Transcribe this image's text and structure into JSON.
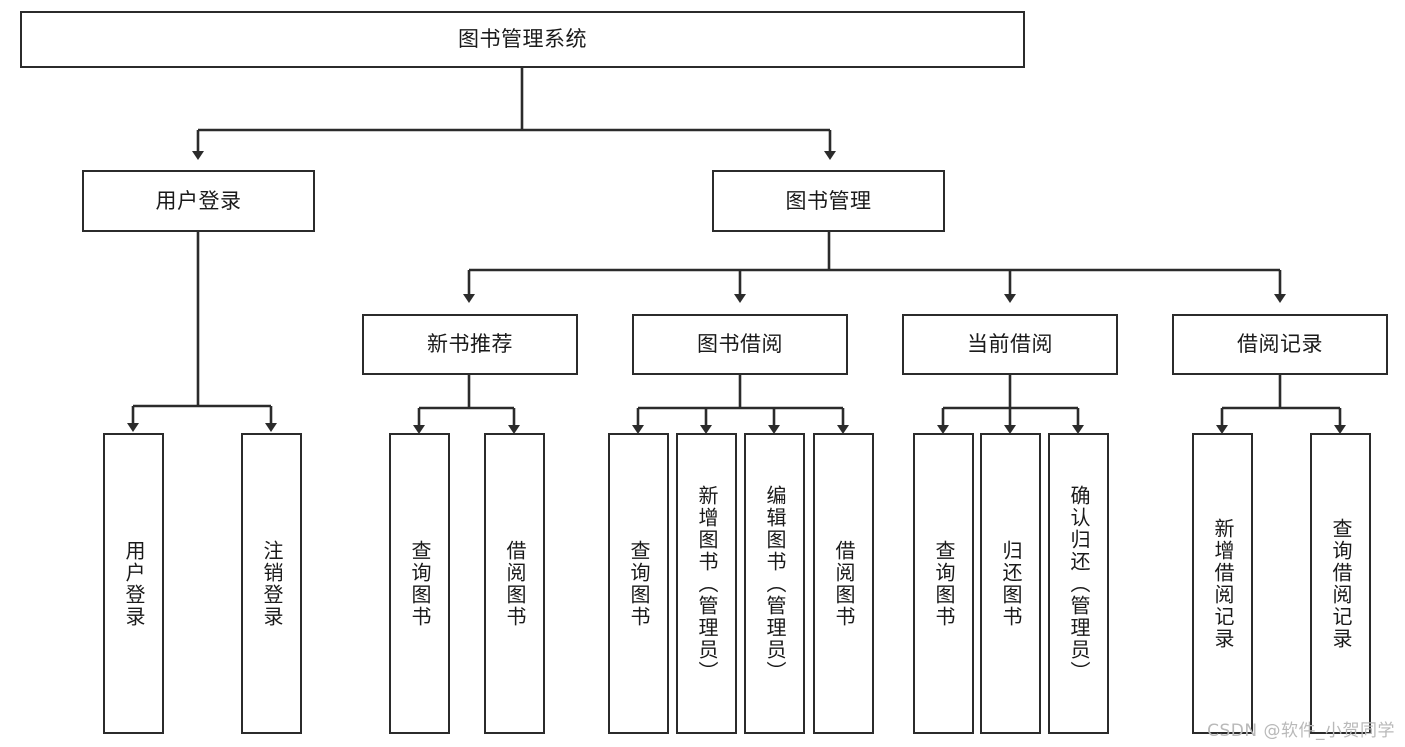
{
  "diagram": {
    "title": "图书管理系统",
    "watermark": "CSDN @软件_小贺同学",
    "stroke_color": "#2b2b2b",
    "background_color": "#ffffff",
    "text_color": "#1a1a1a",
    "watermark_color": "#b9b9b9",
    "root": {
      "label": "图书管理系统"
    },
    "level2": [
      {
        "label": "用户登录"
      },
      {
        "label": "图书管理"
      }
    ],
    "level3": [
      {
        "label": "新书推荐"
      },
      {
        "label": "图书借阅"
      },
      {
        "label": "当前借阅"
      },
      {
        "label": "借阅记录"
      }
    ],
    "leaves": {
      "user_login": [
        {
          "label": "用户登录"
        },
        {
          "label": "注销登录"
        }
      ],
      "new_book_recommend": [
        {
          "label": "查询图书"
        },
        {
          "label": "借阅图书"
        }
      ],
      "book_borrow": [
        {
          "label": "查询图书"
        },
        {
          "label": "新增图书（管理员）"
        },
        {
          "label": "编辑图书（管理员）"
        },
        {
          "label": "借阅图书"
        }
      ],
      "current_borrow": [
        {
          "label": "查询图书"
        },
        {
          "label": "归还图书"
        },
        {
          "label": "确认归还（管理员）"
        }
      ],
      "borrow_record": [
        {
          "label": "新增借阅记录"
        },
        {
          "label": "查询借阅记录"
        }
      ]
    }
  }
}
